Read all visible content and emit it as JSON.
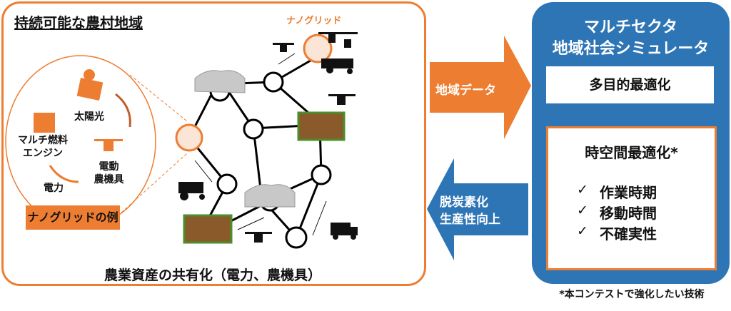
{
  "left_panel": {
    "title": "持続可能な農村地域",
    "nanogrid_label": "ナノグリッド",
    "example": {
      "solar": "太陽光",
      "engine_line1": "マルチ燃料",
      "engine_line2": "エンジン",
      "machine_line1": "電動",
      "machine_line2": "農機具",
      "power": "電力",
      "label": "ナノグリッドの例"
    },
    "bottom_caption": "農業資産の共有化（電力、農機具）"
  },
  "arrows": {
    "to_sim": "地域データ",
    "from_sim_line1": "脱炭素化",
    "from_sim_line2": "生産性向上"
  },
  "simulator": {
    "title_line1": "マルチセクタ",
    "title_line2": "地域社会シミュレータ",
    "multi_objective": "多目的最適化",
    "spatiotemporal": "時空間最適化*",
    "check_glyph": "✓",
    "items": [
      "作業時期",
      "移動時間",
      "不確実性"
    ]
  },
  "footnote": "*本コンテストで強化したい技術",
  "colors": {
    "orange": "#ED7D31",
    "blue": "#2E75B6",
    "light_orange": "#FBE5D6"
  }
}
